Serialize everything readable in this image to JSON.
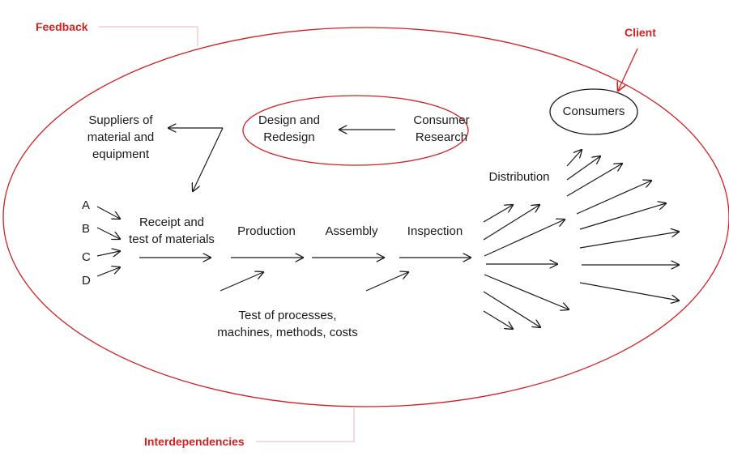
{
  "annotations": {
    "feedback": "Feedback",
    "client": "Client",
    "interdependencies": "Interdependencies"
  },
  "nodes": {
    "suppliers": [
      "Suppliers of",
      "material and",
      "equipment"
    ],
    "design": [
      "Design and",
      "Redesign"
    ],
    "consumer_research": [
      "Consumer",
      "Research"
    ],
    "consumers": "Consumers",
    "distribution": "Distribution",
    "receipt": [
      "Receipt and",
      "test of materials"
    ],
    "production": "Production",
    "assembly": "Assembly",
    "inspection": "Inspection",
    "test_processes": [
      "Test of processes,",
      "machines, methods, costs"
    ],
    "inputs": [
      "A",
      "B",
      "C",
      "D"
    ]
  },
  "colors": {
    "accent": "#d21f1f",
    "ink": "#1a1a1a",
    "leader": "#e6b5b5"
  }
}
